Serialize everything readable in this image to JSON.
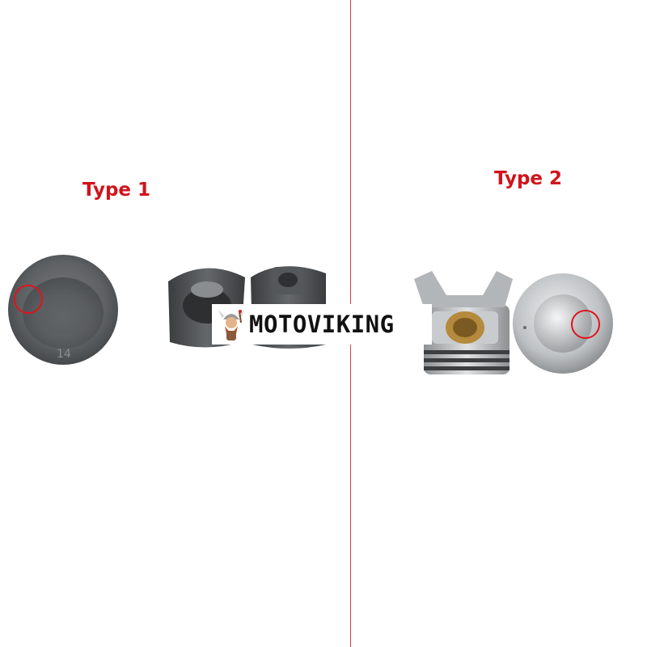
{
  "labels": {
    "type1": "Type 1",
    "type2": "Type 2"
  },
  "logo": {
    "name": "viking-mascot-icon",
    "text": "MOTOVIKING"
  },
  "colors": {
    "label": "#d0141c",
    "divider": "#d6203a",
    "highlight_circle": "#e0141c"
  }
}
